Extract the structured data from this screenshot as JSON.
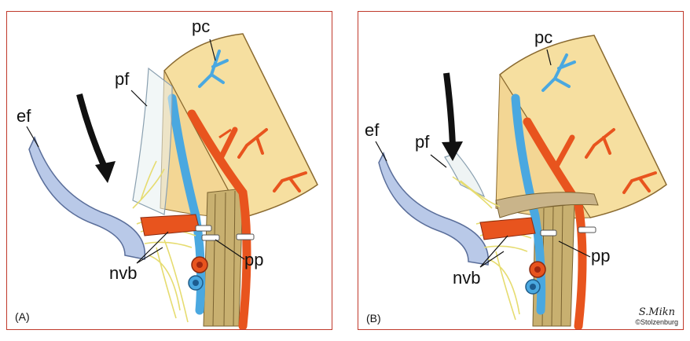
{
  "panels": [
    {
      "tag": "(A)",
      "labels": {
        "pc": "pc",
        "pf": "pf",
        "ef": "ef",
        "nvb": "nvb",
        "pp": "pp"
      }
    },
    {
      "tag": "(B)",
      "labels": {
        "pc": "pc",
        "pf": "pf",
        "ef": "ef",
        "nvb": "nvb",
        "pp": "pp"
      },
      "signature": "S.Mikn",
      "credit": "©Stolzenburg"
    }
  ],
  "colors": {
    "prostate": "#f6dfa0",
    "prostate_edge": "#8a6a30",
    "artery": "#e8541e",
    "vein": "#4aa8e0",
    "fascia": "#b9c9e8",
    "nerve": "#e6dc70",
    "muscle": "#c8b070",
    "frame": "#c0392b"
  }
}
